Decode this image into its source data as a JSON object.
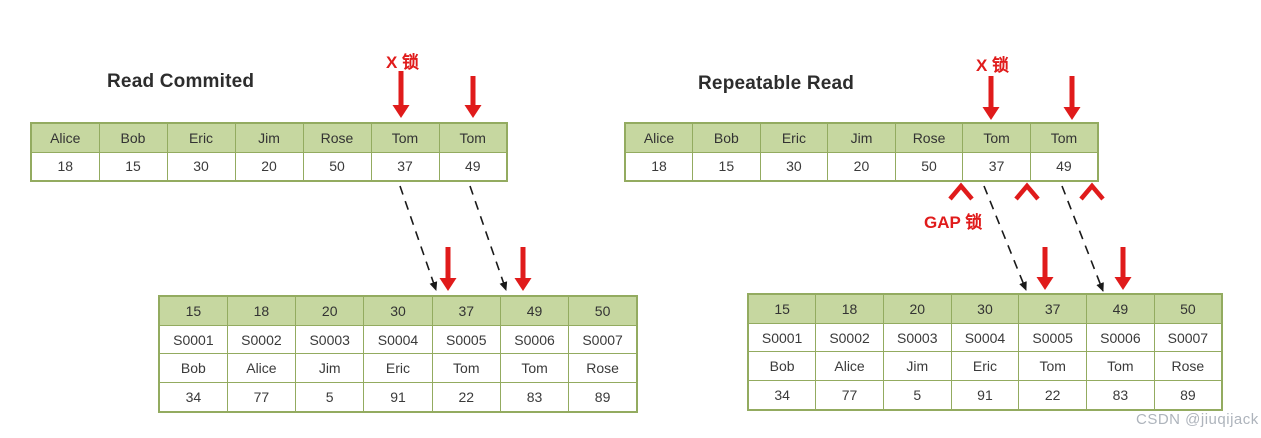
{
  "colors": {
    "accent_red": "#e01b1b",
    "table_border": "#93ab60",
    "header_fill": "#c6d7a0",
    "dashed_line": "#1a1a1a",
    "watermark_gray": "#aeb4bc"
  },
  "sections": {
    "read_committed": {
      "title": "Read Commited",
      "x_lock_label": "X 锁",
      "top_table": {
        "rows": [
          [
            "Alice",
            "Bob",
            "Eric",
            "Jim",
            "Rose",
            "Tom",
            "Tom"
          ],
          [
            "18",
            "15",
            "30",
            "20",
            "50",
            "37",
            "49"
          ]
        ]
      },
      "bottom_table": {
        "rows": [
          [
            "15",
            "18",
            "20",
            "30",
            "37",
            "49",
            "50"
          ],
          [
            "S0001",
            "S0002",
            "S0003",
            "S0004",
            "S0005",
            "S0006",
            "S0007"
          ],
          [
            "Bob",
            "Alice",
            "Jim",
            "Eric",
            "Tom",
            "Tom",
            "Rose"
          ],
          [
            "34",
            "77",
            "5",
            "91",
            "22",
            "83",
            "89"
          ]
        ]
      }
    },
    "repeatable_read": {
      "title": "Repeatable Read",
      "x_lock_label": "X 锁",
      "gap_lock_label": "GAP 锁",
      "top_table": {
        "rows": [
          [
            "Alice",
            "Bob",
            "Eric",
            "Jim",
            "Rose",
            "Tom",
            "Tom"
          ],
          [
            "18",
            "15",
            "30",
            "20",
            "50",
            "37",
            "49"
          ]
        ]
      },
      "bottom_table": {
        "rows": [
          [
            "15",
            "18",
            "20",
            "30",
            "37",
            "49",
            "50"
          ],
          [
            "S0001",
            "S0002",
            "S0003",
            "S0004",
            "S0005",
            "S0006",
            "S0007"
          ],
          [
            "Bob",
            "Alice",
            "Jim",
            "Eric",
            "Tom",
            "Tom",
            "Rose"
          ],
          [
            "34",
            "77",
            "5",
            "91",
            "22",
            "83",
            "89"
          ]
        ]
      }
    }
  },
  "watermark": "CSDN @jiuqijack"
}
